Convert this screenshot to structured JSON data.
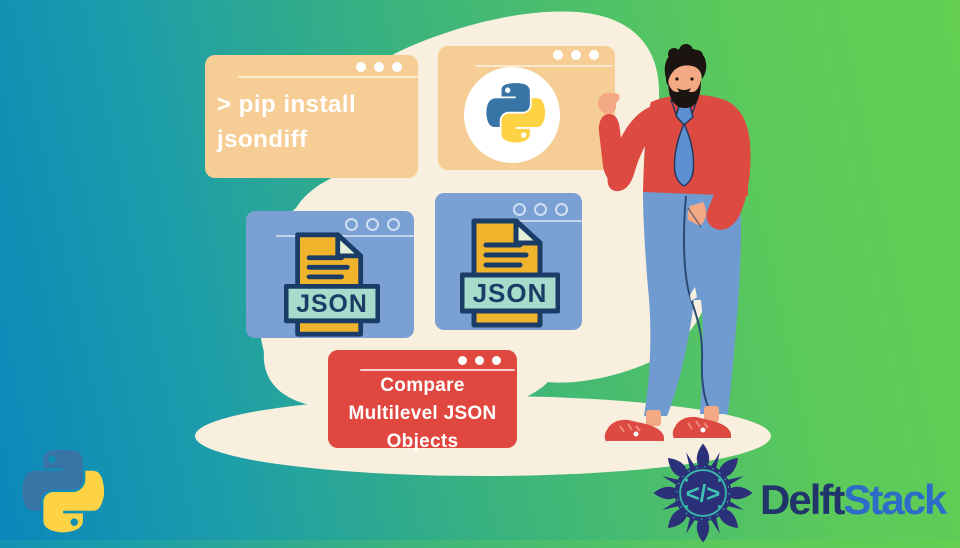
{
  "background": {
    "gradient_left_color": "#0b87bb",
    "gradient_right_color": "#63ce52",
    "blob_color": "#f8efde"
  },
  "cards": {
    "terminal": {
      "command": "> pip install jsondiff",
      "color": "#f6ce95"
    },
    "python_window": {
      "color": "#f6ce95",
      "logo": "python-logo"
    },
    "json_left": {
      "color": "#7aa0d4",
      "file_label": "JSON"
    },
    "json_right": {
      "color": "#7aa0d4",
      "file_label": "JSON"
    },
    "compare": {
      "color": "#e0473f",
      "lines": [
        "Compare",
        "Multilevel JSON",
        "Objects"
      ]
    }
  },
  "character": {
    "description": "man-pointing-illustration",
    "shirt_color": "#dd4a41",
    "tie_color": "#5c90d3",
    "jeans_color": "#6f9bd1",
    "shoes_color": "#dd4a41"
  },
  "branding": {
    "python_logo": "python-logo",
    "delftstack": {
      "name_part1": "Delft",
      "name_part2": "Stack",
      "part1_color": "#21356b",
      "part2_color": "#2d6dc8",
      "emblem_symbol": "</>"
    }
  }
}
